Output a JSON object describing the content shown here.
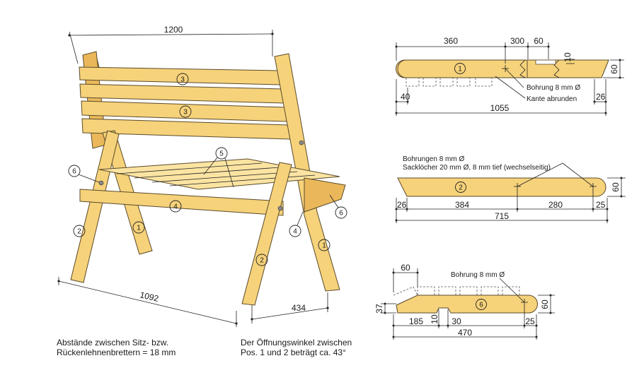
{
  "bench": {
    "width": "1200",
    "depth": "1092",
    "side": "434",
    "callouts": [
      "1",
      "2",
      "3",
      "4",
      "5",
      "6"
    ]
  },
  "part1": {
    "number": "1",
    "dims": {
      "d360": "360",
      "d300": "300",
      "d60a": "60",
      "d10": "10",
      "d60b": "60",
      "d40": "40",
      "d26": "26",
      "d1055": "1055"
    },
    "labels": {
      "bohrung": "Bohrung 8 mm Ø",
      "kante": "Kante abrunden"
    }
  },
  "part2": {
    "number": "2",
    "dims": {
      "d26": "26",
      "d384": "384",
      "d280": "280",
      "d25": "25",
      "d715": "715",
      "d60": "60"
    },
    "labels": {
      "bohrungen": "Bohrungen 8 mm Ø",
      "sackloecher": "Sacklöcher 20 mm Ø, 8 mm tief (wechselseitig)"
    }
  },
  "part6": {
    "number": "6",
    "dims": {
      "d60a": "60",
      "d37": "37",
      "d60b": "60",
      "d185": "185",
      "d10": "10",
      "d30": "30",
      "d25": "25",
      "d470": "470"
    },
    "labels": {
      "bohrung": "Bohrung 8 mm Ø"
    }
  },
  "notes": {
    "left": [
      "Abstände zwischen Sitz- bzw.",
      "Rückenlehnenbrettern = 18 mm"
    ],
    "right": [
      "Der Öffnungswinkel zwischen",
      "Pos. 1 und 2 beträgt ca. 43°"
    ]
  }
}
